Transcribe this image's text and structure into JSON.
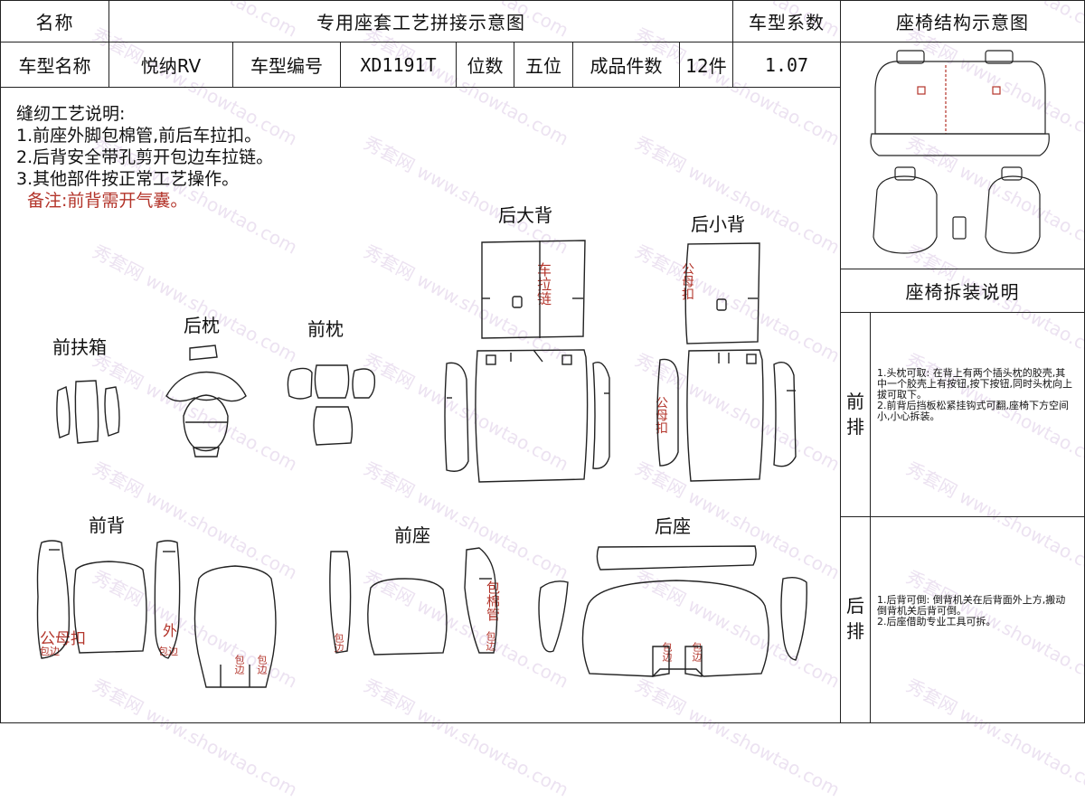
{
  "header": {
    "name_label": "名称",
    "title": "专用座套工艺拼接示意图",
    "coef_label": "车型系数",
    "struct_title": "座椅结构示意图",
    "model_name_label": "车型名称",
    "model_name": "悦纳RV",
    "model_code_label": "车型编号",
    "model_code": "XD1191T",
    "seats_label": "位数",
    "seats": "五位",
    "pieces_label": "成品件数",
    "pieces": "12件",
    "coef": "1.07"
  },
  "notes": {
    "heading": "缝纫工艺说明:",
    "line1": "1.前座外脚包棉管,前后车拉扣。",
    "line2": "2.后背安全带孔剪开包边车拉链。",
    "line3": "3.其他部件按正常工艺操作。",
    "remark": "备注:前背需开气囊。"
  },
  "parts": {
    "rear_big_back": "后大背",
    "rear_small_back": "后小背",
    "front_armrest": "前扶箱",
    "rear_headrest": "后枕",
    "front_headrest": "前枕",
    "front_back": "前背",
    "front_seat": "前座",
    "rear_seat": "后座"
  },
  "marks": {
    "zipper": "车拉链",
    "snap": "公母扣",
    "snap_h": "公母扣",
    "outer": "外",
    "binding": "包边",
    "foam_tube": "包棉管"
  },
  "side": {
    "disassembly_title": "座椅拆装说明",
    "front_row": "前排",
    "front_text": "1.头枕可取: 在背上有两个插头枕的胶壳,其中一个胶壳上有按钮,按下按钮,同时头枕向上拔可取下。\n2.前背后挡板松紧挂钩式可翻,座椅下方空间小,小心拆装。",
    "rear_row": "后排",
    "rear_text": "1.后背可倒: 倒背机关在后背面外上方,搬动倒背机关后背可倒。\n2.后座借助专业工具可拆。"
  },
  "watermark": {
    "cn": "秀套网",
    "url": "www.showtao.com"
  },
  "colors": {
    "line": "#222222",
    "accent_red": "#b3342a"
  }
}
